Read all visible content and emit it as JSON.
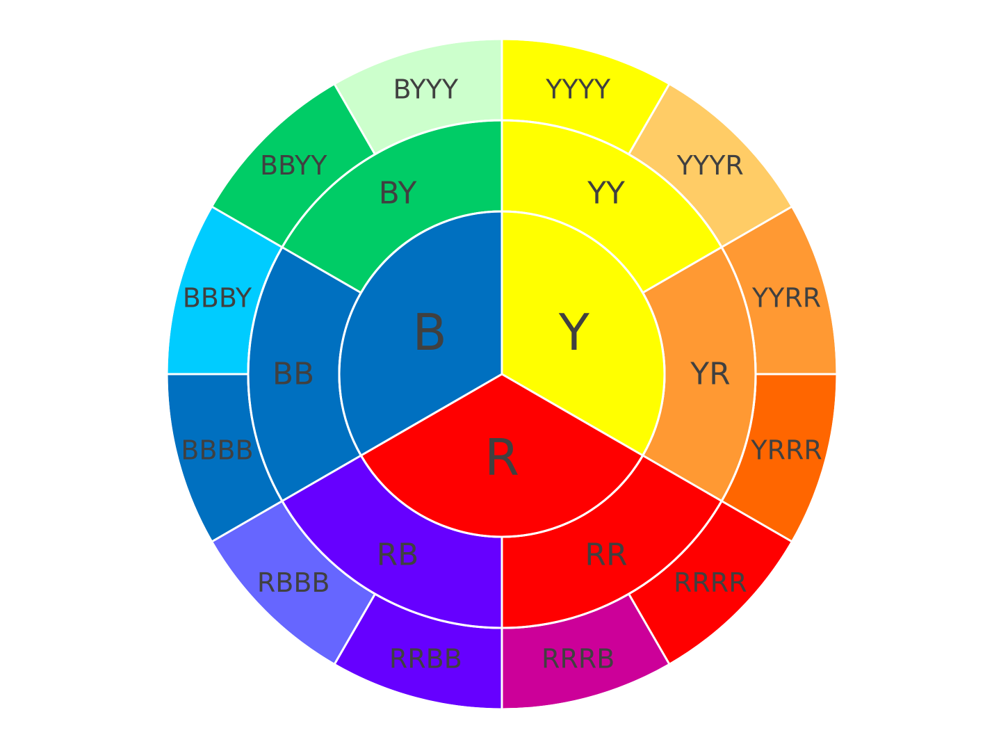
{
  "diagram": {
    "inner_ring": [
      {
        "label": "Y",
        "color": "#FFFF00"
      },
      {
        "label": "R",
        "color": "#FF0000"
      },
      {
        "label": "B",
        "color": "#0070C0"
      }
    ],
    "middle_ring": [
      {
        "label": "YY",
        "color": "#FFFF00"
      },
      {
        "label": "YR",
        "color": "#FF9933"
      },
      {
        "label": "RR",
        "color": "#FF0000"
      },
      {
        "label": "RB",
        "color": "#6600FF"
      },
      {
        "label": "BB",
        "color": "#0070C0"
      },
      {
        "label": "BY",
        "color": "#00CC66"
      }
    ],
    "outer_ring": [
      {
        "label": "YYYY",
        "color": "#FFFF00"
      },
      {
        "label": "YYYR",
        "color": "#FFCC66"
      },
      {
        "label": "YYRR",
        "color": "#FF9933"
      },
      {
        "label": "YRRR",
        "color": "#FF6600"
      },
      {
        "label": "RRRR",
        "color": "#FF0000"
      },
      {
        "label": "RRRB",
        "color": "#CC0099"
      },
      {
        "label": "RRBB",
        "color": "#6600FF"
      },
      {
        "label": "RBBB",
        "color": "#6666FF"
      },
      {
        "label": "BBBB",
        "color": "#0070C0"
      },
      {
        "label": "BBBY",
        "color": "#00CCFF"
      },
      {
        "label": "BBYY",
        "color": "#00CC66"
      },
      {
        "label": "BYYY",
        "color": "#CCFFCC"
      }
    ]
  }
}
